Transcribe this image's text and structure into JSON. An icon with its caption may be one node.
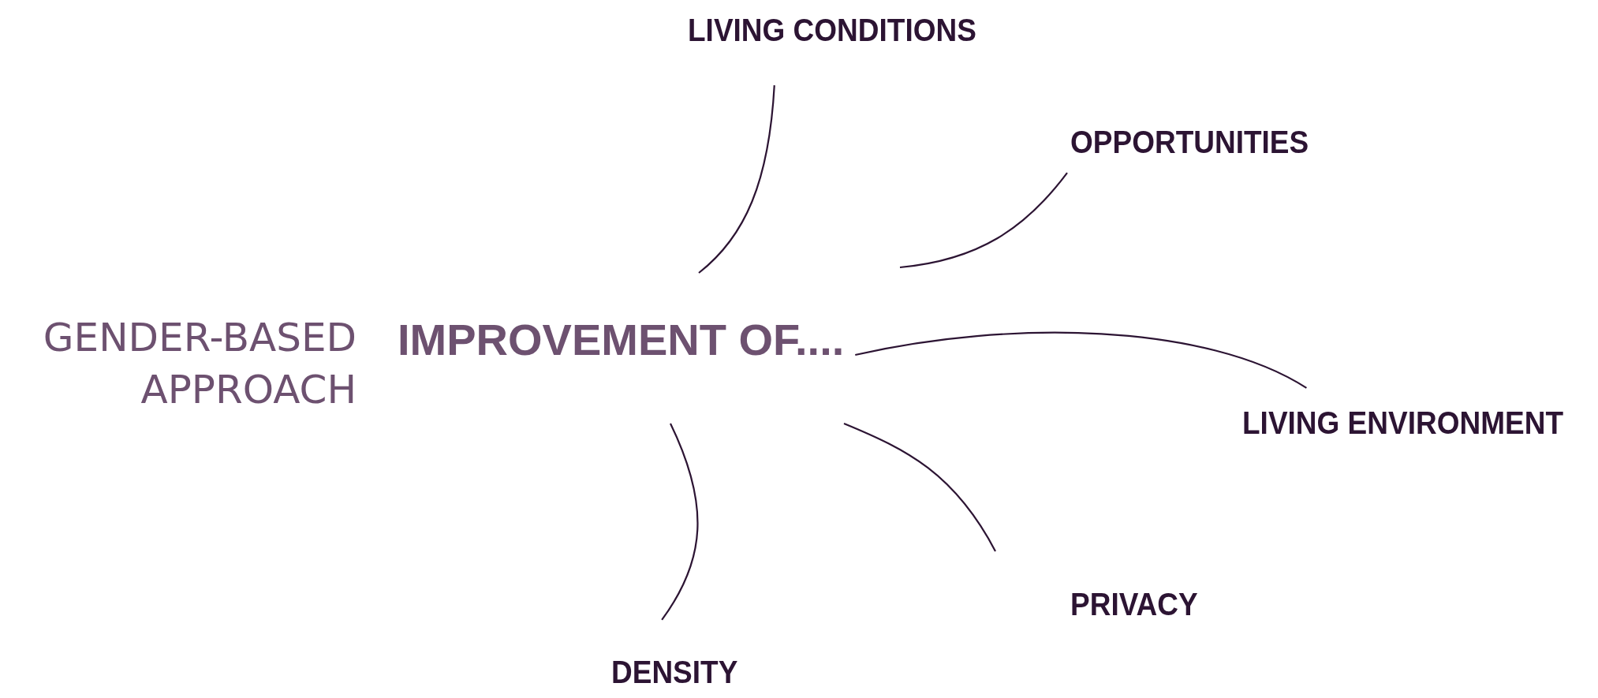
{
  "diagram": {
    "nodes": [
      {
        "text": [
          "IMPROVEMENT OF...."
        ]
      },
      {
        "text": [
          "LIVING CONDITIONS"
        ]
      },
      {
        "text": [
          "OPPORTUNITIES"
        ]
      },
      {
        "text": [
          "LIVING ENVIRONMENT"
        ]
      },
      {
        "text": [
          "PRIVACY"
        ]
      },
      {
        "text": [
          "DENSITY"
        ]
      }
    ],
    "edges": [
      {
        "from": 0,
        "to": 1,
        "arrow": "none"
      },
      {
        "from": 0,
        "to": 2,
        "arrow": "none"
      },
      {
        "from": 0,
        "to": 3,
        "arrow": "none"
      },
      {
        "from": 0,
        "to": 4,
        "arrow": "none"
      },
      {
        "from": 0,
        "to": 5,
        "arrow": "none"
      }
    ],
    "labels": [
      "GENDER-BASED APPROACH"
    ]
  }
}
